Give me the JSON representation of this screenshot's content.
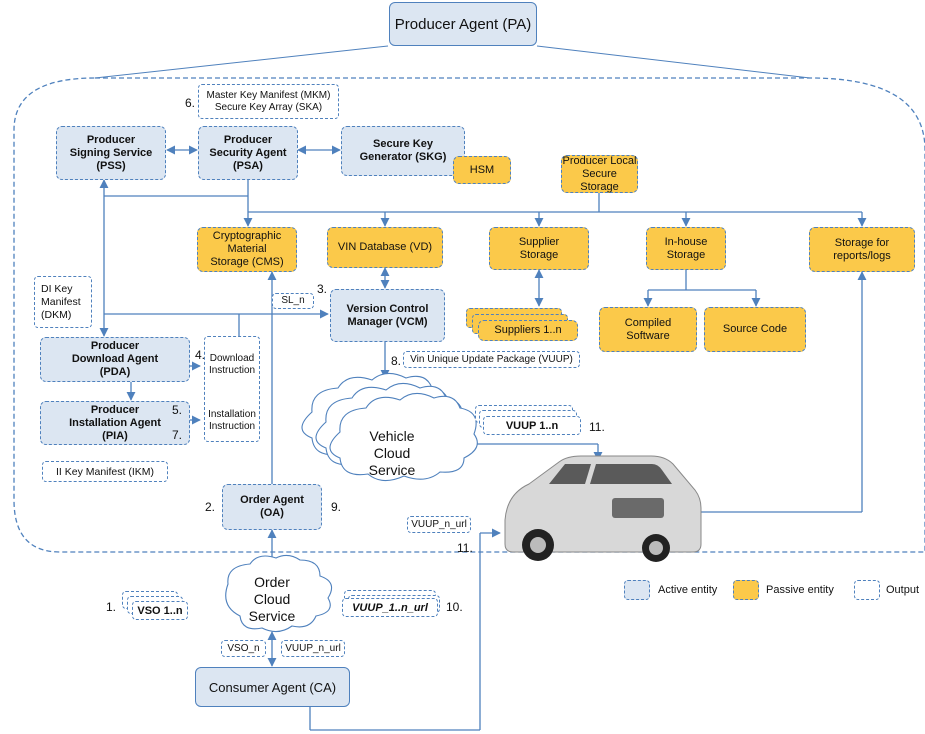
{
  "producer_agent": "Producer Agent (PA)",
  "mkm_ska": [
    "Master Key Manifest (MKM)",
    "Secure Key Array (SKA)"
  ],
  "pss": [
    "Producer",
    "Signing Service",
    "(PSS)"
  ],
  "psa": [
    "Producer",
    "Security Agent",
    "(PSA)"
  ],
  "skg": [
    "Secure Key",
    "Generator (SKG)"
  ],
  "hsm": "HSM",
  "local_storage": [
    "Producer Local",
    "Secure Storage"
  ],
  "cms": [
    "Cryptographic",
    "Material",
    "Storage (CMS)"
  ],
  "vd": "VIN Database (VD)",
  "supplier_storage": [
    "Supplier",
    "Storage"
  ],
  "inhouse_storage": [
    "In-house",
    "Storage"
  ],
  "reports_storage": [
    "Storage for",
    "reports/logs"
  ],
  "dkm": [
    "DI Key",
    "Manifest",
    "(DKM)"
  ],
  "sl_n": "SL_n",
  "vcm": [
    "Version Control",
    "Manager (VCM)"
  ],
  "suppliers": "Suppliers 1..n",
  "compiled": [
    "Compiled",
    "Software"
  ],
  "source_code": "Source Code",
  "pda": [
    "Producer",
    "Download Agent",
    "(PDA)"
  ],
  "download_instr": [
    "Download",
    "Instruction"
  ],
  "vuup": "Vin Unique Update Package (VUUP)",
  "pia": [
    "Producer",
    "Installation Agent",
    "(PIA)"
  ],
  "install_instr": [
    "Installation",
    "Instruction"
  ],
  "ikm": "II Key Manifest (IKM)",
  "vehicle_cloud": [
    "Vehicle",
    "Cloud",
    "Service"
  ],
  "vuup_1n": "VUUP 1..n",
  "order_agent": [
    "Order Agent",
    "(OA)"
  ],
  "vuup_n_url_top": "VUUP_n_url",
  "order_cloud": [
    "Order",
    "Cloud",
    "Service"
  ],
  "vso_1n": "VSO 1..n",
  "vuup_url_stack": "VUUP_1..n_url",
  "vso_n": "VSO_n",
  "vuup_n_url_bottom": "VUUP_n_url",
  "consumer_agent": "Consumer Agent (CA)",
  "steps": {
    "s1": "1.",
    "s2": "2.",
    "s3": "3.",
    "s4": "4.",
    "s5": "5.",
    "s6": "6.",
    "s7": "7.",
    "s8": "8.",
    "s9": "9.",
    "s10": "10.",
    "s11a": "11.",
    "s11b": "11."
  },
  "legend": {
    "active": "Active entity",
    "passive": "Passive entity",
    "output": "Output"
  },
  "colors": {
    "active_fill": "#dce6f2",
    "passive_fill": "#fbc94a",
    "line": "#4f81bd"
  }
}
